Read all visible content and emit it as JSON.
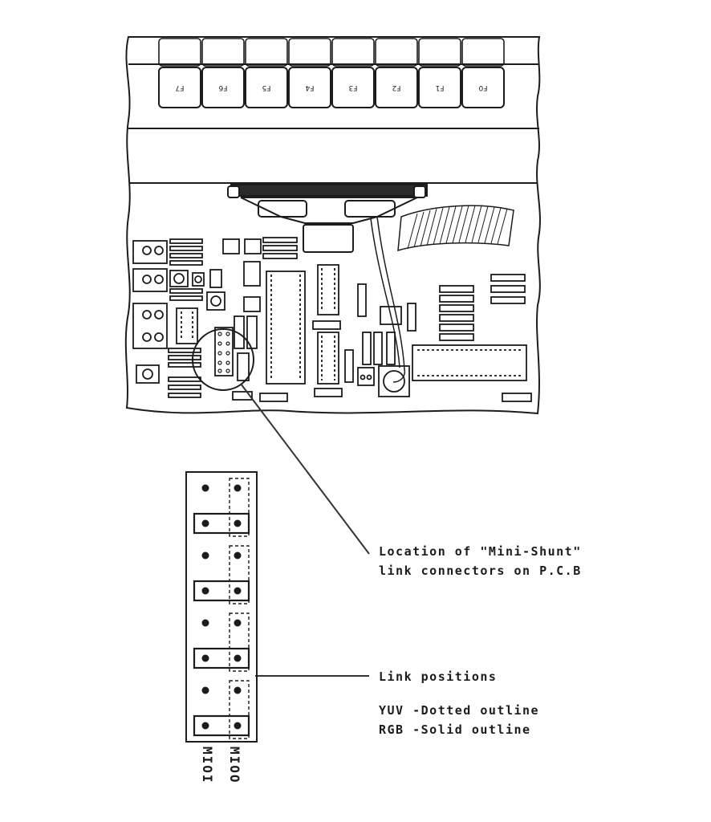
{
  "function_keys": [
    "F7",
    "F6",
    "F5",
    "F4",
    "F3",
    "F2",
    "F1",
    "F0"
  ],
  "annotations": {
    "location_line1": "Location of \"Mini-Shunt\"",
    "location_line2": "link connectors on P.C.B",
    "link_positions": "Link positions",
    "yuv": "YUV  -Dotted outline",
    "rgb": "RGB  -Solid outline"
  },
  "column_labels": [
    "MIOI",
    "MIOO"
  ],
  "colors": {
    "ink": "#1c1c1c",
    "paper": "#ffffff"
  }
}
